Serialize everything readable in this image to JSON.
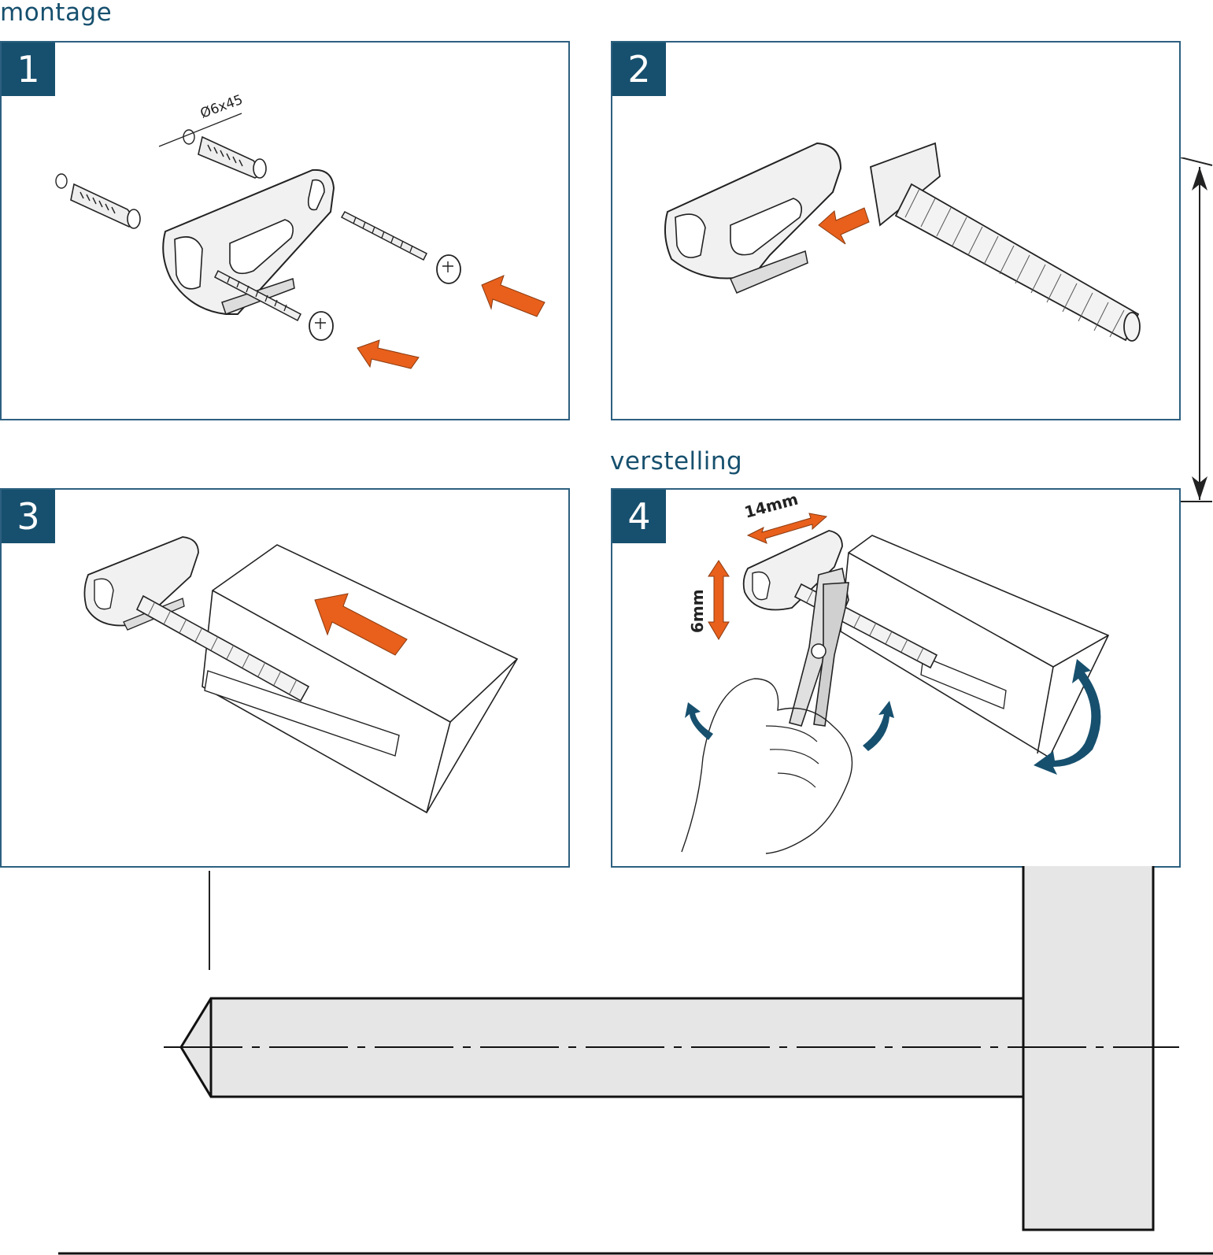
{
  "sections": {
    "montage": "montage",
    "verstelling": "verstelling"
  },
  "steps": [
    {
      "number": "1",
      "dim_label": "Ø6x45"
    },
    {
      "number": "2"
    },
    {
      "number": "3"
    },
    {
      "number": "4",
      "dim_horizontal": "14mm",
      "dim_vertical": "6mm"
    }
  ],
  "colors": {
    "brand_blue": "#17506e",
    "frame_blue": "#2d6080",
    "arrow_orange": "#e8601c",
    "rotate_blue": "#17506e",
    "part_fill": "#e6e6e6"
  },
  "icons": [
    "wall-plug-icon",
    "screw-icon",
    "bracket-icon",
    "bolt-icon",
    "beam-icon",
    "pliers-icon",
    "hand-icon",
    "rotate-arrow-icon"
  ]
}
